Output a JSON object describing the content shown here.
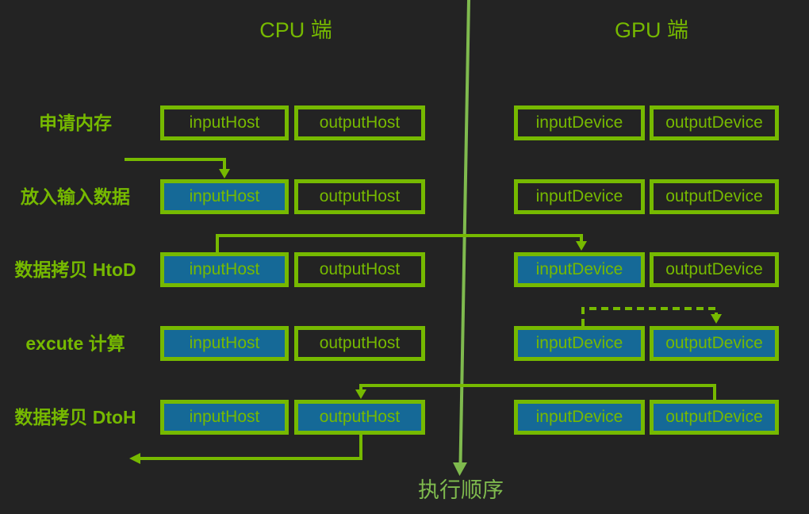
{
  "palette": {
    "background": "#232323",
    "green": "#76b900",
    "line_green": "#7fba4e",
    "blue_fill": "#156997"
  },
  "headers": {
    "cpu": "CPU 端",
    "gpu": "GPU 端"
  },
  "footer": {
    "execution_order": "执行顺序"
  },
  "rows": [
    {
      "label": "申请内存",
      "cells": [
        {
          "text": "inputHost",
          "filled": false
        },
        {
          "text": "outputHost",
          "filled": false
        },
        {
          "text": "inputDevice",
          "filled": false
        },
        {
          "text": "outputDevice",
          "filled": false
        }
      ]
    },
    {
      "label": "放入输入数据",
      "cells": [
        {
          "text": "inputHost",
          "filled": true
        },
        {
          "text": "outputHost",
          "filled": false
        },
        {
          "text": "inputDevice",
          "filled": false
        },
        {
          "text": "outputDevice",
          "filled": false
        }
      ]
    },
    {
      "label": "数据拷贝 HtoD",
      "cells": [
        {
          "text": "inputHost",
          "filled": true
        },
        {
          "text": "outputHost",
          "filled": false
        },
        {
          "text": "inputDevice",
          "filled": true
        },
        {
          "text": "outputDevice",
          "filled": false
        }
      ]
    },
    {
      "label": "excute 计算",
      "cells": [
        {
          "text": "inputHost",
          "filled": true
        },
        {
          "text": "outputHost",
          "filled": false
        },
        {
          "text": "inputDevice",
          "filled": true
        },
        {
          "text": "outputDevice",
          "filled": true
        }
      ]
    },
    {
      "label": "数据拷贝 DtoH",
      "cells": [
        {
          "text": "inputHost",
          "filled": true
        },
        {
          "text": "outputHost",
          "filled": true
        },
        {
          "text": "inputDevice",
          "filled": true
        },
        {
          "text": "outputDevice",
          "filled": true
        }
      ]
    }
  ]
}
